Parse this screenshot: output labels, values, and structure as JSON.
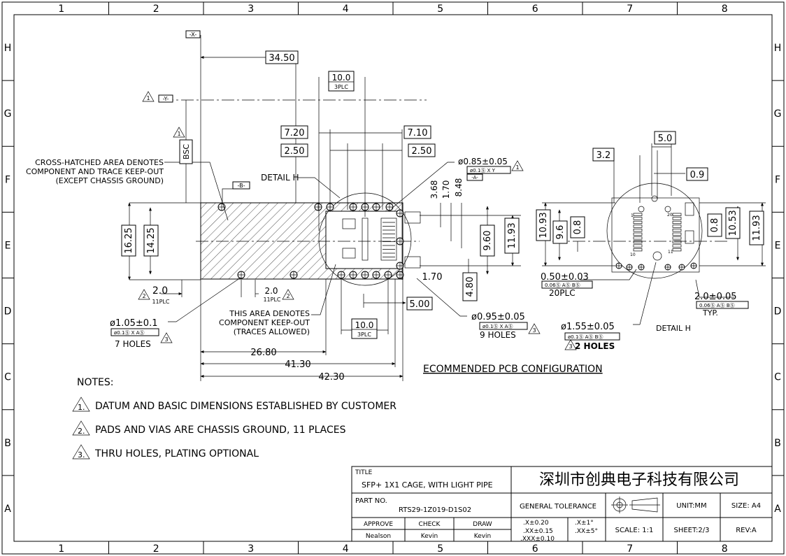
{
  "frame": {
    "columns": [
      "1",
      "2",
      "3",
      "4",
      "5",
      "6",
      "7",
      "8"
    ],
    "rows": [
      "H",
      "G",
      "F",
      "E",
      "D",
      "C",
      "B",
      "A"
    ]
  },
  "datums": {
    "x": "-X-",
    "y": "-Y-",
    "b": "-B-",
    "a": "-A-"
  },
  "dims": {
    "d3450": "34.50",
    "d100": "10.0",
    "plc3": "3PLC",
    "d720": "7.20",
    "d710": "7.10",
    "d250a": "2.50",
    "d250b": "2.50",
    "bsc": "BSC",
    "d1625": "16.25",
    "d1425": "14.25",
    "d368": "3.68",
    "d170v": "1.70",
    "d848": "8.48",
    "d960": "9.60",
    "d1193": "11.93",
    "d170": "1.70",
    "d480": "4.80",
    "d500": "5.00",
    "d100b": "10.0",
    "plc3b": "3PLC",
    "d2680": "26.80",
    "d4130": "41.30",
    "d4230": "42.30",
    "d20a": "2.0",
    "plc11a": "11PLC",
    "d20b": "2.0",
    "plc11b": "11PLC",
    "h085": "ø0.85±0.05",
    "h085tol": "ø0.1Ⓢ X Y",
    "h095": "ø0.95±0.05",
    "h095tol": "ø0.1Ⓢ X AⓈ",
    "h095cnt": "9  HOLES",
    "h105": "ø1.05±0.1",
    "h105tol": "ø0.1Ⓢ X AⓈ",
    "h105cnt": "7  HOLES"
  },
  "notes_text": {
    "crosshatch": [
      "CROSS-HATCHED AREA DENOTES",
      "COMPONENT AND TRACE KEEP-OUT",
      "(EXCEPT CHASSIS GROUND)"
    ],
    "detail_h_label": "DETAIL  H",
    "keepout": [
      "THIS AREA DENOTES",
      "COMPONENT KEEP-OUT",
      "(TRACES ALLOWED)"
    ]
  },
  "detail": {
    "d32": "3.2",
    "d50": "5.0",
    "d09": "0.9",
    "d1093": "10.93",
    "d96": "9.6",
    "d08a": "0.8",
    "d08b": "0.8",
    "d1053": "10.53",
    "d1193": "11.93",
    "pad": "0.50±0.03",
    "padtol": "0.06Ⓢ AⓈ BⓈ",
    "pad20": "20PLC",
    "d20": "2.0±0.05",
    "d20tol": "0.06Ⓢ AⓈ BⓈ",
    "typ": "TYP.",
    "h155": "ø1.55±0.05",
    "h155tol": "ø0.1Ⓢ AⓈ BⓈ",
    "holes2": "2  HOLES",
    "pin1": "1",
    "pin10": "10",
    "pin11": "11",
    "pin20": "20",
    "label": "DETAIL  H"
  },
  "section_title": "ECOMMENDED  PCB  CONFIGURATION",
  "notes": {
    "heading": "NOTES:",
    "items": [
      {
        "num": "1.",
        "text": "DATUM  AND  BASIC  DIMENSIONS  ESTABLISHED  BY  CUSTOMER"
      },
      {
        "num": "2.",
        "text": "PADS  AND  VIAS  ARE  CHASSIS  GROUND,  11  PLACES"
      },
      {
        "num": "3.",
        "text": "THRU  HOLES,  PLATING  OPTIONAL"
      }
    ]
  },
  "title_block": {
    "title_label": "TITLE",
    "title": "SFP+  1X1  CAGE,  WITH  LIGHT  PIPE",
    "company": "深圳市创典电子科技有限公司",
    "part_label": "PART  NO.",
    "part_no": "RTS29-1Z019-D1S02",
    "general_tolerance": "GENERAL  TOLERANCE",
    "tol1": ".X±0.20",
    "tol2": ".XX±0.15",
    "tol3": ".XXX±0.10",
    "ang1": ".X±1°",
    "ang2": ".XX±5°",
    "unit": "UNIT:MM",
    "size": "SIZE:  A4",
    "scale": "SCALE:  1:1",
    "sheet": "SHEET:2/3",
    "rev": "REV:A",
    "approve_label": "APPROVE",
    "check_label": "CHECK",
    "draw_label": "DRAW",
    "approve": "Nealson",
    "check": "Kevin",
    "draw": "Kevin"
  }
}
